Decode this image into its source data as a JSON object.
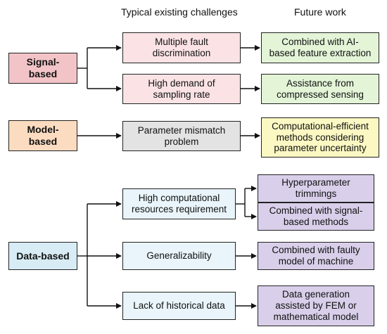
{
  "headers": {
    "challenges": "Typical existing challenges",
    "future": "Future work"
  },
  "colors": {
    "signal_fill": "#f2c4c7",
    "model_fill": "#fbdcc0",
    "data_fill": "#d7ecf5",
    "challenge_signal_fill": "#fbe3e5",
    "challenge_model_fill": "#e3e3e3",
    "challenge_data_fill": "#e9f5fa",
    "future_signal_fill": "#e3f4d7",
    "future_model_fill": "#fbf8c3",
    "future_data_fill": "#d9cfea"
  },
  "categories": {
    "signal": "Signal-\nbased",
    "model": "Model-\nbased",
    "data": "Data-based"
  },
  "challenges": {
    "signal_1": "Multiple fault\ndiscrimination",
    "signal_2": "High demand of\nsampling rate",
    "model_1": "Parameter mismatch\nproblem",
    "data_1": "High computational\nresources requirement",
    "data_2": "Generalizability",
    "data_3": "Lack of historical data"
  },
  "future_work": {
    "signal_1": "Combined with AI-\nbased feature extraction",
    "signal_2": "Assistance from\ncompressed sensing",
    "model_1": "Computational-efficient\nmethods considering\nparameter uncertainty",
    "data_1a": "Hyperparameter\ntrimmings",
    "data_1b": "Combined with signal-\nbased methods",
    "data_2": "Combined with faulty\nmodel of machine",
    "data_3": "Data generation\nassisted by FEM or\nmathematical model"
  }
}
